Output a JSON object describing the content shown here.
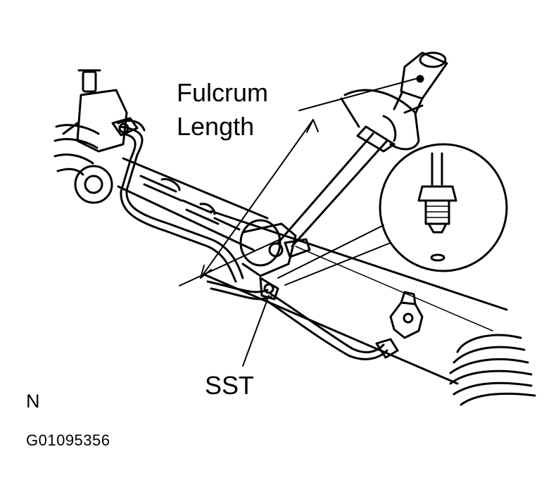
{
  "labels": {
    "fulcrum_line1": "Fulcrum",
    "fulcrum_line2": "Length",
    "sst": "SST",
    "view_letter": "N",
    "figure_code": "G01095356"
  },
  "colors": {
    "ink": "#000000",
    "paper": "#ffffff"
  }
}
